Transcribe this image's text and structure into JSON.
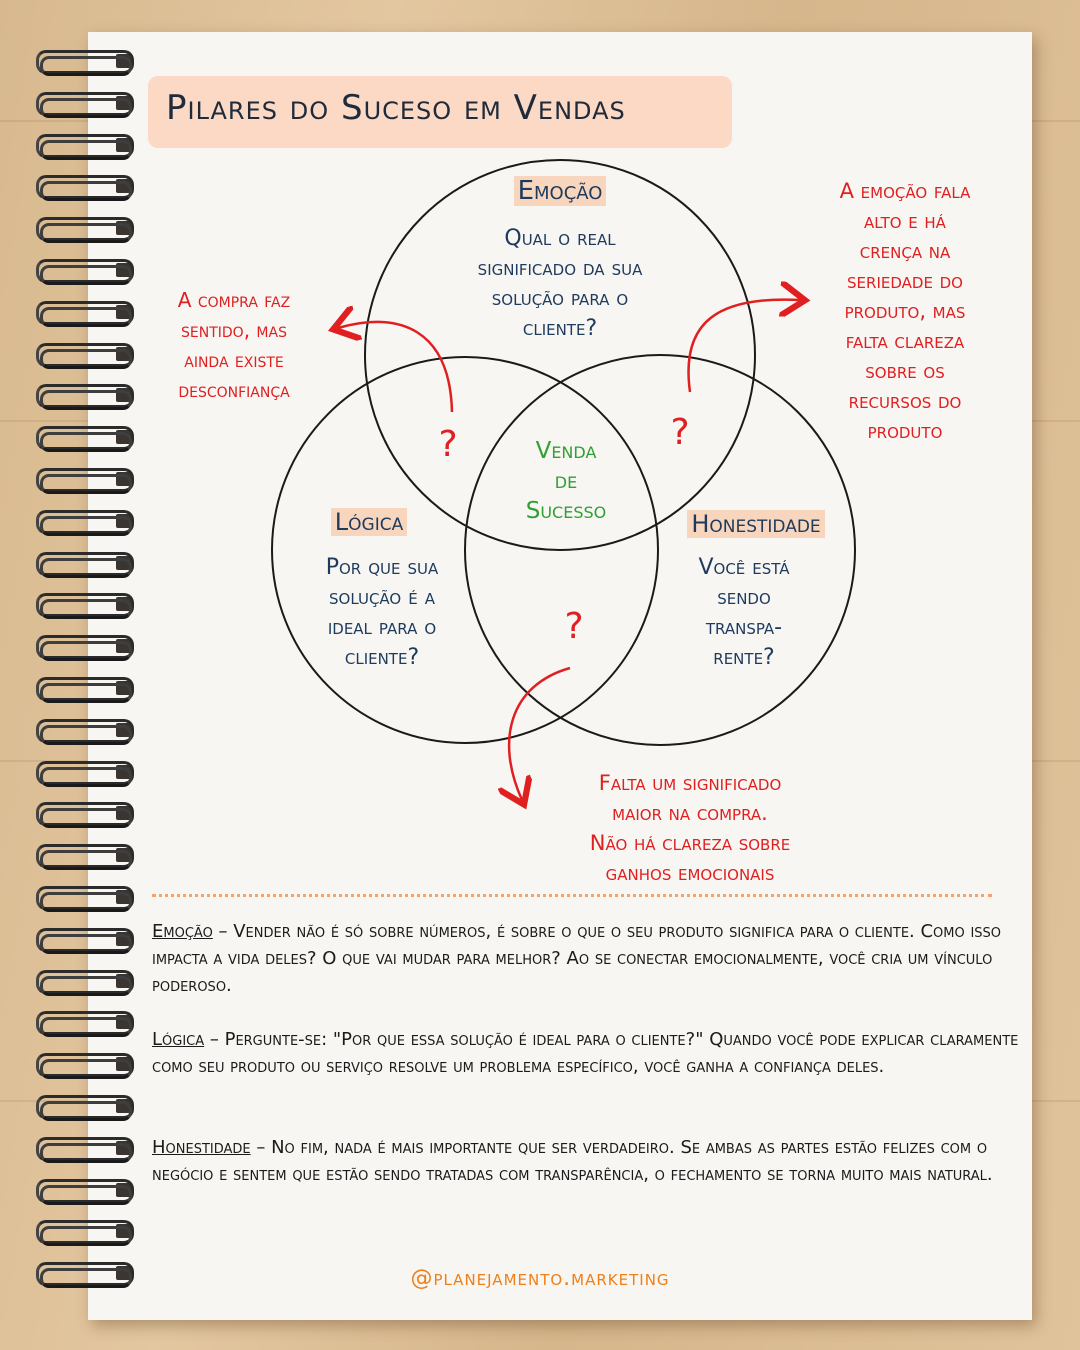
{
  "title": "Pilares do Suceso em Vendas",
  "colors": {
    "accent_red": "#e02020",
    "accent_orange": "#ef7f1a",
    "navy": "#1e3a5c",
    "green": "#2fa032",
    "highlight": "#fcd9c4"
  },
  "diagram": {
    "circles": {
      "emocao": {
        "label": "Emoção",
        "question": [
          "Qual o real",
          "significado da sua",
          "solução para o",
          "cliente?"
        ]
      },
      "logica": {
        "label": "Lógica",
        "question": [
          "Por que sua",
          "solução é a",
          "ideal para o",
          "cliente?"
        ]
      },
      "honestidade": {
        "label": "Honestidade",
        "question": [
          "Você está",
          "sendo",
          "transpa-",
          "rente?"
        ]
      }
    },
    "center": [
      "Venda",
      "de",
      "Sucesso"
    ],
    "question_mark": "?",
    "notes": {
      "left": [
        "A compra faz",
        "sentido, mas",
        "ainda existe",
        "desconfiança"
      ],
      "right": [
        "A emoção fala",
        "alto e há",
        "crença na",
        "seriedade do",
        "produto, mas",
        "falta clareza",
        "sobre os",
        "recursos do",
        "produto"
      ],
      "bottom": [
        "Falta um significado",
        "maior na compra.",
        "Não há clareza sobre",
        "ganhos emocionais"
      ]
    }
  },
  "paragraphs": [
    {
      "term": "Emoção",
      "text": " – Vender não é só sobre números, é sobre o que o seu produto significa para o cliente. Como isso impacta a vida deles? O que vai mudar para melhor? Ao se conectar emocionalmente, você cria um vínculo poderoso."
    },
    {
      "term": "Lógica",
      "text": " – Pergunte-se: \"Por que essa solução é ideal para o cliente?\" Quando você pode explicar claramente como seu produto ou serviço resolve um problema específico, você ganha a confiança deles."
    },
    {
      "term": "Honestidade",
      "text": " – No fim, nada é mais importante que ser verdadeiro. Se ambas as partes estão felizes com o negócio e sentem que estão sendo tratadas com transparência, o fechamento se torna muito mais natural."
    }
  ],
  "footer": "@planejamento.marketing"
}
